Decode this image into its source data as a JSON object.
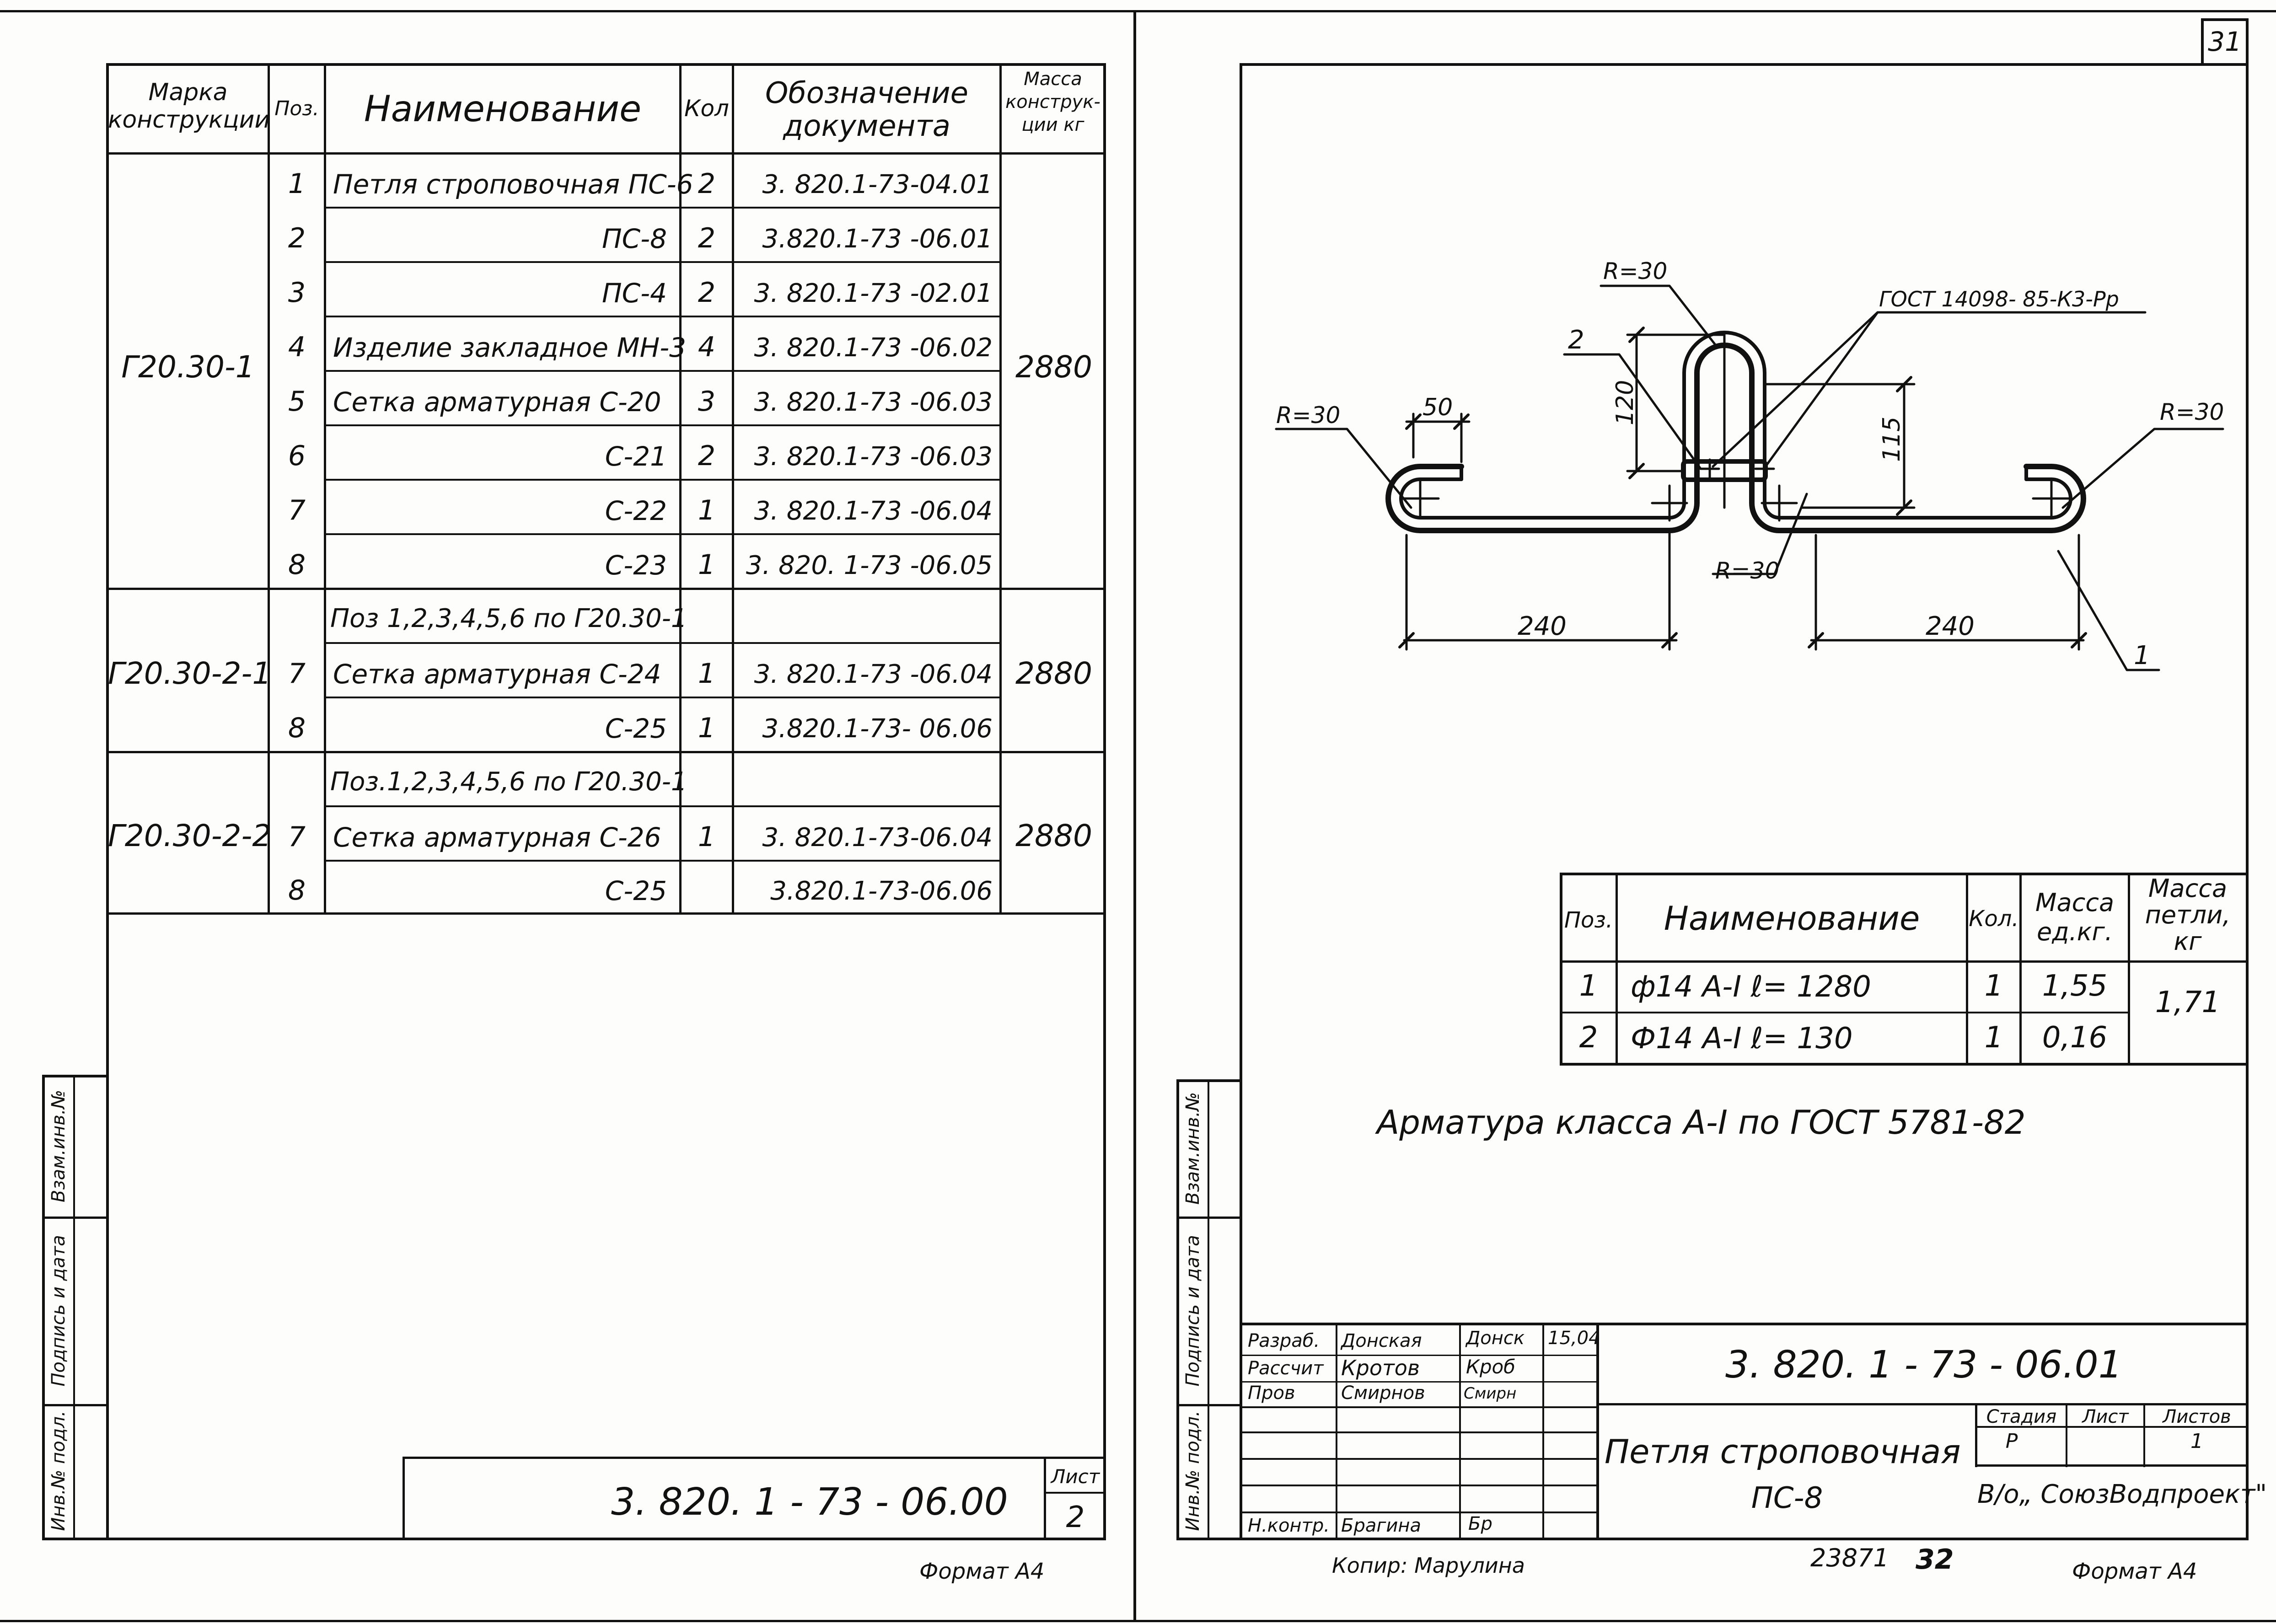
{
  "sheet_corner_number": "31",
  "left_sheet": {
    "spec_table": {
      "headers": {
        "mark": [
          "Марка",
          "конструкции"
        ],
        "pos": "Поз.",
        "name": "Наименование",
        "qty": "Кол",
        "doc": [
          "Обозначение",
          "документа"
        ],
        "mass": [
          "Масса",
          "конструк-",
          "ции кг"
        ]
      },
      "groups": [
        {
          "mark": "Г20.30-1",
          "mass": "2880",
          "rows": [
            {
              "pos": "1",
              "name": "Петля строповочная ПС-6",
              "qty": "2",
              "doc": "3. 820.1-73-04.01"
            },
            {
              "pos": "2",
              "name": "ПС-8",
              "qty": "2",
              "doc": "3.820.1-73 -06.01"
            },
            {
              "pos": "3",
              "name": "ПС-4",
              "qty": "2",
              "doc": "3. 820.1-73 -02.01"
            },
            {
              "pos": "4",
              "name": "Изделие закладное   МН-3",
              "qty": "4",
              "doc": "3. 820.1-73 -06.02"
            },
            {
              "pos": "5",
              "name": "Сетка арматурная   С-20",
              "qty": "3",
              "doc": "3. 820.1-73 -06.03"
            },
            {
              "pos": "6",
              "name": "С-21",
              "qty": "2",
              "doc": "3. 820.1-73 -06.03"
            },
            {
              "pos": "7",
              "name": "С-22",
              "qty": "1",
              "doc": "3. 820.1-73 -06.04"
            },
            {
              "pos": "8",
              "name": "С-23",
              "qty": "1",
              "doc": "3. 820. 1-73 -06.05"
            }
          ]
        },
        {
          "mark": "Г20.30-2-1",
          "mass": "2880",
          "rows": [
            {
              "pos": "",
              "name": "Поз 1,2,3,4,5,6  по  Г20.30-1",
              "qty": "",
              "doc": ""
            },
            {
              "pos": "7",
              "name": "Сетка арматурная  С-24",
              "qty": "1",
              "doc": "3. 820.1-73 -06.04"
            },
            {
              "pos": "8",
              "name": "С-25",
              "qty": "1",
              "doc": "3.820.1-73- 06.06"
            }
          ]
        },
        {
          "mark": "Г20.30-2-2",
          "mass": "2880",
          "rows": [
            {
              "pos": "",
              "name": "Поз.1,2,3,4,5,6 по Г20.30-1",
              "qty": "",
              "doc": ""
            },
            {
              "pos": "7",
              "name": "Сетка арматурная С-26",
              "qty": "1",
              "doc": "3. 820.1-73-06.04"
            },
            {
              "pos": "8",
              "name": "С-25",
              "qty": "",
              "doc": "3.820.1-73-06.06"
            }
          ]
        }
      ]
    },
    "side_stamp": [
      "Взам.инв.№",
      "Подпись и дата",
      "Инв.№ подл."
    ],
    "stamp": {
      "doc": "3. 820. 1 - 73 - 06.00",
      "sheet_label": "Лист",
      "sheet": "2"
    },
    "format": "Формат А4"
  },
  "right_sheet": {
    "drawing": {
      "dims": {
        "r_left": "R=30",
        "r_top": "R=30",
        "r_right": "R=30",
        "r_bottom": "R=30",
        "hook": "50",
        "height_outer": "120",
        "height_inner": "115",
        "span_left": "240",
        "span_right": "240"
      },
      "gost_callout": "ГОСТ 14098- 85-К3-Рр",
      "pos1": "1",
      "pos2": "2"
    },
    "parts_table": {
      "headers": {
        "pos": "Поз.",
        "name": "Наименование",
        "qty": "Кол.",
        "unit_mass": [
          "Масса",
          "ед.кг."
        ],
        "loop_mass": [
          "Масса",
          "петли,",
          "кг"
        ]
      },
      "rows": [
        {
          "pos": "1",
          "name": "ф14  А-I   ℓ= 1280",
          "qty": "1",
          "unit_mass": "1,55"
        },
        {
          "pos": "2",
          "name": "Ф14  А-I   ℓ=  130",
          "qty": "1",
          "unit_mass": "0,16"
        }
      ],
      "total_mass": "1,71"
    },
    "note": "Арматура класса А-I по ГОСТ 5781-82",
    "side_stamp": [
      "Взам.инв.№",
      "Подпись и дата",
      "Инв.№ подл."
    ],
    "title_block": {
      "roles": [
        {
          "role": "Разраб.",
          "name": "Донская",
          "sign": "Донск",
          "date": "15,04"
        },
        {
          "role": "Рассчит",
          "name": "Кротов",
          "sign": "Кроб",
          "date": ""
        },
        {
          "role": "Пров",
          "name": "Смирнов",
          "sign": "Смирн",
          "date": ""
        },
        {
          "role": "Н.контр.",
          "name": "Брагина",
          "sign": "Бр",
          "date": ""
        }
      ],
      "doc": "3. 820. 1 - 73 - 06.01",
      "title_line1": "Петля  строповочная",
      "title_line2": "ПС-8",
      "stage_label": "Стадия",
      "sheet_label": "Лист",
      "sheets_label": "Листов",
      "stage": "Р",
      "sheet": "",
      "sheets": "1",
      "org": "В/о„ СоюзВодпроект\""
    },
    "copy_by": "Копир: Марулина",
    "order_no": "23871",
    "page_no": "32",
    "format": "Формат А4"
  }
}
